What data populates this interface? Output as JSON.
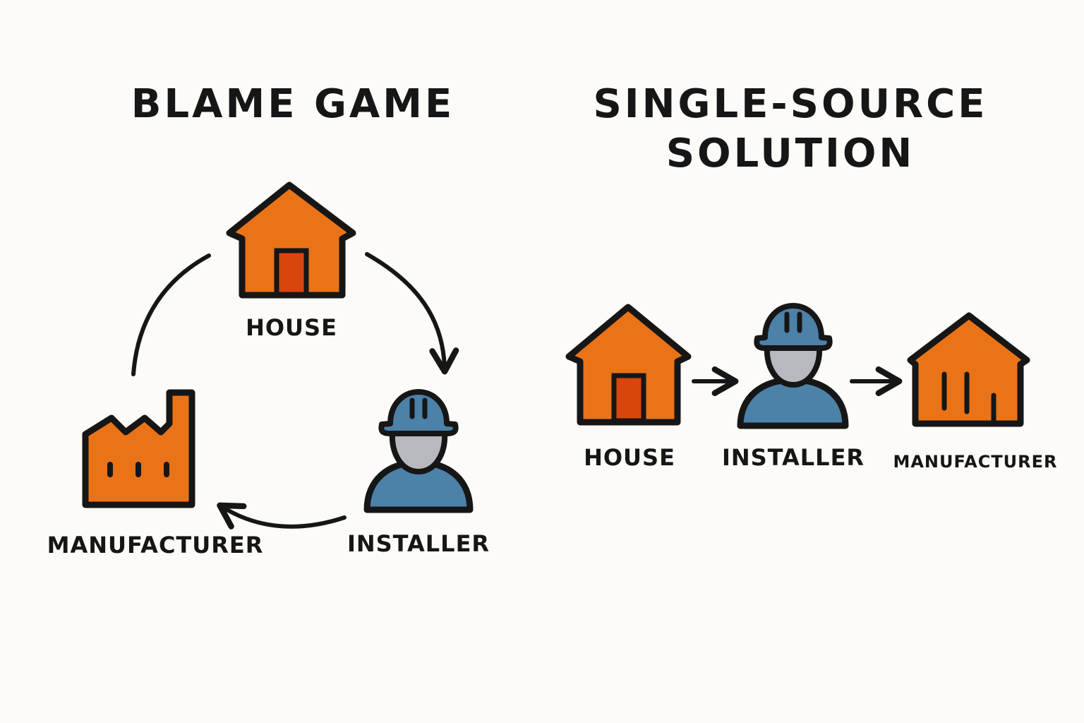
{
  "colors": {
    "background": "#fcfbf7",
    "orange": "#ea7318",
    "door": "#d8460e",
    "blue": "#4c81a8",
    "face": "#b8b9bf",
    "outline": "#161616"
  },
  "blame_game": {
    "title": "BLAME GAME",
    "nodes": [
      {
        "label": "HOUSE",
        "icon": "house-icon"
      },
      {
        "label": "INSTALLER",
        "icon": "installer-icon"
      },
      {
        "label": "MANUFACTURER",
        "icon": "factory-icon"
      }
    ]
  },
  "single_source": {
    "title_line1": "SINGLE-SOURCE",
    "title_line2": "SOLUTION",
    "nodes": [
      {
        "label": "HOUSE",
        "icon": "house-icon"
      },
      {
        "label": "INSTALLER",
        "icon": "installer-icon"
      },
      {
        "label": "MANUFACTURER",
        "icon": "factory-house-icon"
      }
    ]
  }
}
